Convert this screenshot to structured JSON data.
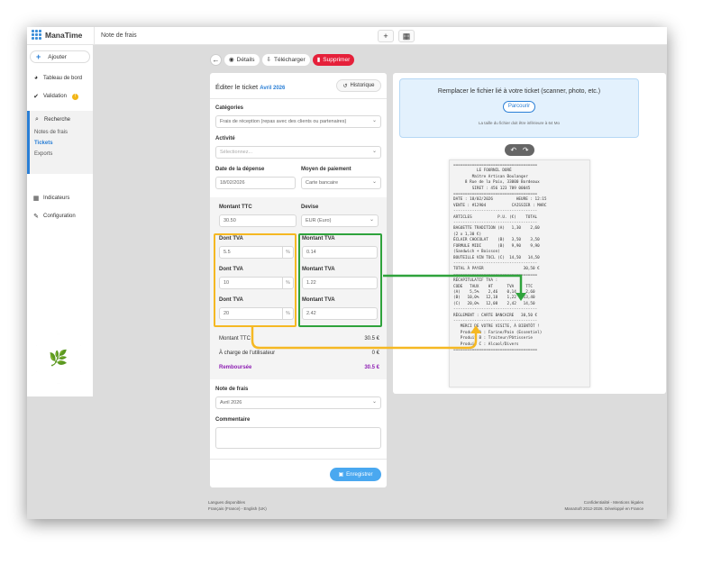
{
  "app": {
    "name": "ManaTime",
    "page": "Note de frais"
  },
  "topbar": {
    "add_icon": "+",
    "grid_icon": "▦"
  },
  "sidebar": {
    "add_label": "Ajouter",
    "items": [
      {
        "label": "Tableau de bord",
        "icon": "dashboard-icon"
      },
      {
        "label": "Validation",
        "badge": "!"
      },
      {
        "label": "Recherche"
      },
      {
        "label": "Indicateurs"
      },
      {
        "label": "Configuration"
      }
    ],
    "sub_items": [
      "Notes de frais",
      "Tickets",
      "Exports"
    ],
    "active_sub": "Tickets"
  },
  "actions": {
    "back": "←",
    "details": "Détails",
    "download": "Télécharger",
    "delete": "Supprimer"
  },
  "form": {
    "title": "Éditer le ticket",
    "month": "Avril 2026",
    "history": "Historique",
    "categories_label": "Catégories",
    "categories_value": "Frais de réception (repas avec des clients ou partenaires)",
    "activity_label": "Activité",
    "activity_placeholder": "Sélectionnez...",
    "date_label": "Date de la dépense",
    "date_value": "18/02/2026",
    "payment_label": "Moyen de paiement",
    "payment_value": "Carte bancaire",
    "ttc_label": "Montant TTC",
    "ttc_value": "30.50",
    "currency_label": "Devise",
    "currency_value": "EUR (Euro)",
    "vat_label": "Dont TVA",
    "vat_amount_label": "Montant TVA",
    "pct": "%",
    "vat_rows": [
      {
        "rate": "5.5",
        "amount": "0.14"
      },
      {
        "rate": "10",
        "amount": "1.22"
      },
      {
        "rate": "20",
        "amount": "2.42"
      }
    ],
    "totals": [
      {
        "label": "Montant TTC",
        "value": "30.5 €"
      },
      {
        "label": "À charge de l'utilisateur",
        "value": "0 €"
      },
      {
        "label": "Remboursée",
        "value": "30.5 €"
      }
    ],
    "note_label": "Note de frais",
    "note_value": "Avril 2026",
    "comment_label": "Commentaire",
    "save": "Enregistrer"
  },
  "preview": {
    "upload_title": "Remplacer le fichier lié à votre ticket (scanner, photo, etc.)",
    "browse": "Parcourir",
    "upload_note": "La taille du fichier doit être inférieure à 64 Mo",
    "rotate_left": "↶",
    "rotate_right": "↷",
    "receipt": [
      "====================================",
      "          LE FOURNIL DORÉ",
      "        Maître Artisan Boulanger",
      "     8 Rue de la Paix, 33000 Bordeaux",
      "        SIRET : 456 123 789 00045",
      "====================================",
      "DATE : 18/02/2026          HEURE : 12:15",
      "VENTE : #12904           CAISSIER : MARC",
      "------------------------------------",
      "ARTICLES           P.U. (€)    TOTAL",
      "------------------------------------",
      "BAGUETTE TRADITION (A)   1,30    2,60",
      "(2 x 1,30 €)",
      "ÉCLAIR CHOCOLAT    (B)   3,50    3,50",
      "FORMULE MIDI       (B)   9,90    9,90",
      "(Sandwich + Boisson)",
      "BOUTEILLE VIN TOCL (C)  14,50   14,50",
      "------------------------------------",
      "TOTAL À PAYER                 30,50 €",
      "====================================",
      "RÉCAPITULATIF TVA :",
      "CODE   TAUX    HT      TVA     TTC",
      "(A)    5,5%    2,46    0,14    2,60",
      "(B)   10,0%   12,18    1,22   13,40",
      "(C)   20,0%   12,08    2,42   14,50",
      "------------------------------------",
      "RÈGLEMENT : CARTE BANCAIRE   30,50 €",
      "------------------------------------",
      "   MERCI DE VOTRE VISITE, À BIENTÔT !",
      "   Produit A : Farine/Pain (Essentiel)",
      "   Produit B : Traiteur/Pâtisserie",
      "   Produit C : Alcool/Divers",
      "===================================="
    ]
  },
  "footer": {
    "lang_title": "Langues disponibles",
    "langs": "Français (France) - English (UK)",
    "right1": "Confidentialité - Mentions légales",
    "right2": "ManaSoft 2012-2026. Développé en France"
  },
  "colors": {
    "accent": "#2a7fd6",
    "delete": "#e5203a",
    "yellow_highlight": "#f5b823",
    "green_highlight": "#2fa33c",
    "refund": "#8e1fb3"
  }
}
